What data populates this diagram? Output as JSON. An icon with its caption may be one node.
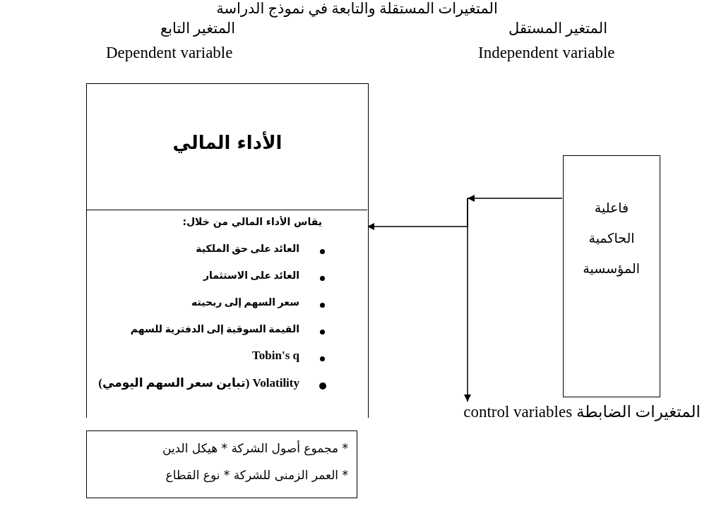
{
  "diagram": {
    "title": "المتغيرات المستقلة والتابعة في نموذج الدراسة",
    "nodes": [
      {
        "text": [
          "الأداء المالي"
        ]
      },
      {
        "text": [
          "يقاس الأداء المالي من خلال:",
          "العائد على حق الملكية",
          "العائد على الاستثمار",
          "سعر السهم إلى ربحيته",
          "القيمة السوقية إلى الدفترية للسهم",
          "Tobin's q",
          "Volatility (تباين سعر السهم اليومي)"
        ],
        "in": 0
      },
      {
        "text": [
          "فاعلية الحاكمية المؤسسية"
        ]
      },
      {
        "text": [
          "المتغيرات الضابطة control variables"
        ]
      },
      {
        "text": [
          "* مجموع أصول الشركة * هيكل الدين",
          "* العمر الزمنى للشركة * نوع القطاع"
        ]
      }
    ],
    "edges": [
      {
        "from": 2,
        "to": 1,
        "arrow": "to"
      },
      {
        "from": 2,
        "to": 3,
        "arrow": "to"
      }
    ],
    "labels": [
      "المتغير التابع",
      "المتغير المستقل",
      "Dependent variable",
      "Independent variable"
    ]
  }
}
